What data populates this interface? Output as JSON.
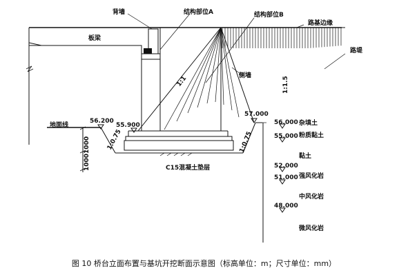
{
  "labels": {
    "back_wall": "背墙",
    "struct_a": "结构部位A",
    "struct_b": "结构部位B",
    "road_edge": "路基边缘",
    "slab_beam": "板梁",
    "embankment": "路堤",
    "side_wall": "侧墙",
    "ground_line": "地面线",
    "slope_1_1": "1:1",
    "slope_1_1_5": "1:1.5",
    "slope_left": "1:0.75",
    "slope_right": "1:0.75",
    "cushion": "C15混凝土垫层",
    "dim_1000_1000": "10001000"
  },
  "elevations": {
    "e56_200": "56.200",
    "e55_900": "55.900",
    "e57_000": "57.000",
    "e56_000": "56.000",
    "e55_000": "55.000",
    "e52_000": "52.000",
    "e51_000": "51.000",
    "e48_000": "48.000"
  },
  "strata": {
    "fill_soil": "杂填土",
    "silty_clay": "粉质黏土",
    "clay": "黏土",
    "strong_weathered": "强风化岩",
    "medium_weathered": "中风化岩",
    "slight_weathered": "微风化岩"
  },
  "caption": "图 10 桥台立面布置与基坑开挖断面示意图（标高单位：m；尺寸单位：mm）"
}
